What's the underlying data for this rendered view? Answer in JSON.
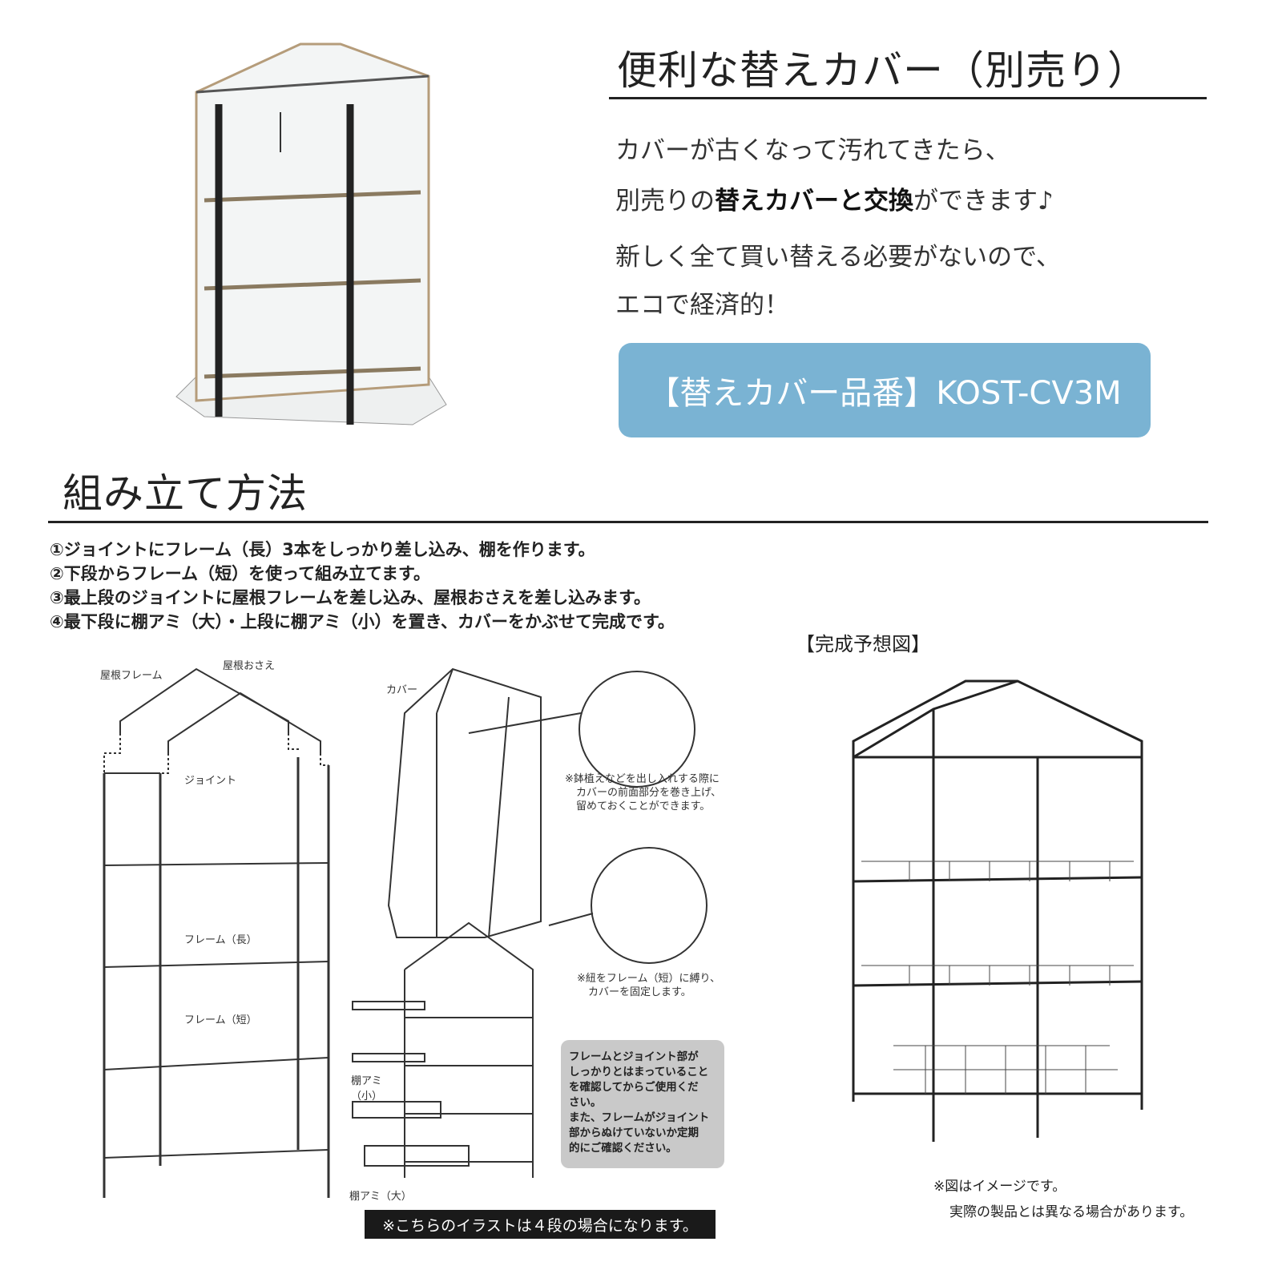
{
  "cover_section": {
    "title": "便利な替えカバー（別売り）",
    "lines": [
      {
        "pre": "カバーが古くなって汚れてきたら、",
        "bold": "",
        "post": ""
      },
      {
        "pre": "別売りの",
        "bold": "替えカバーと交換",
        "post": "ができます♪"
      },
      {
        "pre": "新しく全て買い替える必要がないので、",
        "bold": "",
        "post": ""
      },
      {
        "pre": "エコで経済的！",
        "bold": "",
        "post": ""
      }
    ],
    "part_number_label": "【替えカバー品番】KOST-CV3M",
    "accent_color": "#7ab3d3"
  },
  "assembly_section": {
    "title": "組み立て方法",
    "steps": [
      "①ジョイントにフレーム（長）3本をしっかり差し込み、棚を作ります。",
      "②下段からフレーム（短）を使って組み立てます。",
      "③最上段のジョイントに屋根フレームを差し込み、屋根おさえを差し込みます。",
      "④最下段に棚アミ（大）・上段に棚アミ（小）を置き、カバーをかぶせて完成です。"
    ],
    "diagram_labels": {
      "roof_frame": "屋根フレーム",
      "roof_holder": "屋根おさえ",
      "joint": "ジョイント",
      "frame_long": "フレーム（長）",
      "frame_short": "フレーム（短）",
      "cover": "カバー",
      "shelf_net_small_1": "棚アミ",
      "shelf_net_small_2": "（小）",
      "shelf_net_large": "棚アミ（大）"
    },
    "note_rollup": [
      "※鉢植えなどを出し入れする際に",
      "カバーの前面部分を巻き上げ、",
      "留めておくことができます。"
    ],
    "note_tie": [
      "※紐をフレーム（短）に縛り、",
      "カバーを固定します。"
    ],
    "caution": [
      "フレームとジョイント部が",
      "しっかりとはまっていること",
      "を確認してからご使用くだ",
      "さい。",
      "また、フレームがジョイント",
      "部からぬけていないか定期",
      "的にご確認ください。"
    ],
    "four_tier_note": "※こちらのイラストは４段の場合になります。"
  },
  "completion": {
    "title": "【完成予想図】",
    "note1": "※図はイメージです。",
    "note2": "実際の製品とは異なる場合があります。"
  }
}
